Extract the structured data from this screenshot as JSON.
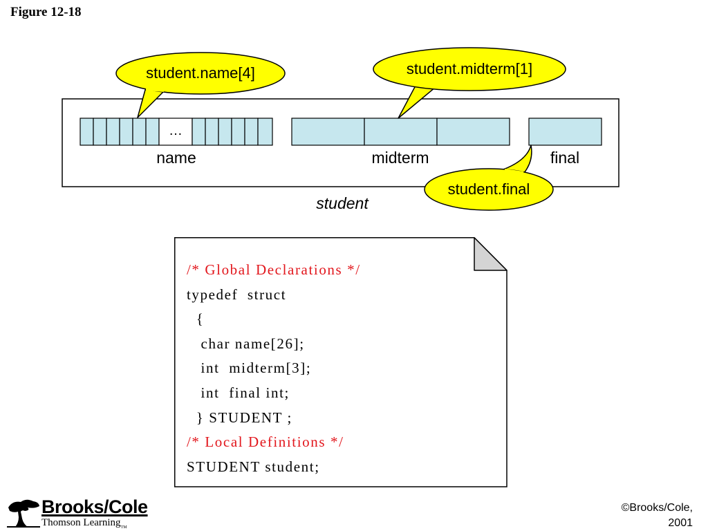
{
  "figure_title": "Figure 12-18",
  "diagram": {
    "fields": {
      "name": "name",
      "midterm": "midterm",
      "final": "final",
      "ellipsis": "…"
    },
    "struct_label": "student",
    "callouts": {
      "name_element": "student.name[4]",
      "midterm_element": "student.midterm[1]",
      "final_field": "student.final"
    },
    "colors": {
      "cell_fill": "#c6e7ee",
      "callout_fill": "#ffff00",
      "comment": "#e2161c"
    }
  },
  "code": {
    "lines": [
      {
        "text": "/* Global Declarations */",
        "kind": "comment"
      },
      {
        "text": "typedef  struct",
        "kind": "code"
      },
      {
        "text": "  {",
        "kind": "code"
      },
      {
        "text": "   char name[26];",
        "kind": "code"
      },
      {
        "text": "   int  midterm[3];",
        "kind": "code"
      },
      {
        "text": "   int  final int;",
        "kind": "code"
      },
      {
        "text": "  } STUDENT ;",
        "kind": "code"
      },
      {
        "text": "/* Local Definitions */",
        "kind": "comment"
      },
      {
        "text": "STUDENT student;",
        "kind": "code"
      }
    ]
  },
  "logo": {
    "brand": "Brooks/Cole",
    "sub": "Thomson Learning",
    "tm": "TM",
    "icon": "tree-icon"
  },
  "copyright": {
    "line1": "©Brooks/Cole,",
    "line2": "2001"
  }
}
